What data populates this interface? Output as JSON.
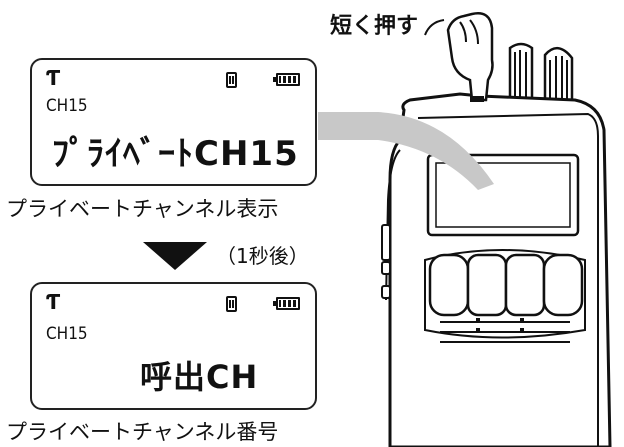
{
  "press_label": "短く押す",
  "screen1": {
    "channel_small": "CH15",
    "main_text": "ﾌﾟﾗｲﾍﾞｰﾄCH15",
    "caption": "プライベートチャンネル表示"
  },
  "transition_label": "（1秒後）",
  "screen2": {
    "channel_small": "CH15",
    "main_text": "呼出CH",
    "caption": "プライベートチャンネル番号"
  },
  "icons": [
    "antenna-icon",
    "h-icon",
    "battery-icon",
    "arrow-down-icon",
    "hand-icon",
    "radio-illustration"
  ]
}
